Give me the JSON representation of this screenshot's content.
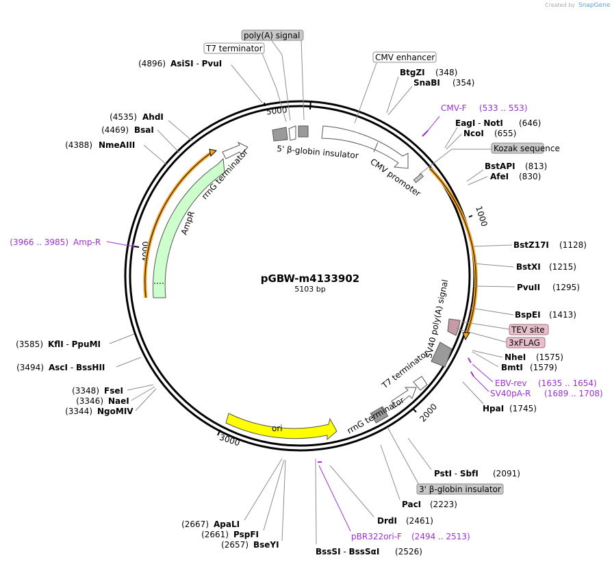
{
  "credit": {
    "text": "Created by",
    "brand": "SnapGene"
  },
  "title": "pGBW-m4133902",
  "length": "5103 bp",
  "ticks": [
    "1000",
    "2000",
    "3000",
    "4000",
    "5000"
  ],
  "enzymes": [
    {
      "name": "AsiSI",
      "name2": "PvuI",
      "pos": "(4896)"
    },
    {
      "name": "AhdI",
      "pos": "(4535)"
    },
    {
      "name": "BsaI",
      "pos": "(4469)"
    },
    {
      "name": "NmeAIII",
      "pos": "(4388)"
    },
    {
      "name": "BtgZI",
      "pos": "(348)"
    },
    {
      "name": "SnaBI",
      "pos": "(354)"
    },
    {
      "name": "EagI",
      "name2": "NotI",
      "pos": "(646)"
    },
    {
      "name": "NcoI",
      "pos": "(655)"
    },
    {
      "name": "BstAPI",
      "pos": "(813)"
    },
    {
      "name": "AfeI",
      "pos": "(830)"
    },
    {
      "name": "BstZ17I",
      "pos": "(1128)"
    },
    {
      "name": "BstXI",
      "pos": "(1215)"
    },
    {
      "name": "PvuII",
      "pos": "(1295)"
    },
    {
      "name": "BspEI",
      "pos": "(1413)"
    },
    {
      "name": "NheI",
      "pos": "(1575)"
    },
    {
      "name": "BmtI",
      "pos": "(1579)"
    },
    {
      "name": "HpaI",
      "pos": "(1745)"
    },
    {
      "name": "PstI",
      "name2": "SbfI",
      "pos": "(2091)"
    },
    {
      "name": "PacI",
      "pos": "(2223)"
    },
    {
      "name": "DrdI",
      "pos": "(2461)"
    },
    {
      "name": "BssSI",
      "name2": "BssSαI",
      "pos": "(2526)"
    },
    {
      "name": "ApaLI",
      "pos": "(2667)"
    },
    {
      "name": "PspFI",
      "pos": "(2661)"
    },
    {
      "name": "BseYI",
      "pos": "(2657)"
    },
    {
      "name": "FseI",
      "pos": "(3348)"
    },
    {
      "name": "NaeI",
      "pos": "(3346)"
    },
    {
      "name": "NgoMIV",
      "pos": "(3344)"
    },
    {
      "name": "AscI",
      "name2": "BssHII",
      "pos": "(3494)"
    },
    {
      "name": "KflI",
      "name2": "PpuMI",
      "pos": "(3585)"
    }
  ],
  "primers": [
    {
      "name": "CMV-F",
      "range": "(533 .. 553)"
    },
    {
      "name": "EBV-rev",
      "range": "(1635 .. 1654)"
    },
    {
      "name": "SV40pA-R",
      "range": "(1689 .. 1708)"
    },
    {
      "name": "pBR322ori-F",
      "range": "(2494 .. 2513)"
    },
    {
      "name": "Amp-R",
      "range": "(3966 .. 3985)"
    }
  ],
  "boxed_labels": {
    "polyA": "poly(A) signal",
    "t7term": "T7 terminator",
    "cmvenh": "CMV enhancer",
    "kozak": "Kozak sequence",
    "tev": "TEV site",
    "flag": "3xFLAG",
    "globin3": "3' β-globin insulator"
  },
  "feature_labels": {
    "globin5": "5' β-globin insulator",
    "cmvprom": "CMV promoter",
    "rrng_top": "rrnG terminator",
    "ampr": "AmpR",
    "sv40": "SV40 poly(A) signal",
    "t7_inner": "T7 terminator",
    "rrng_bottom": "rrnG terminator",
    "ori": "ori"
  },
  "colors": {
    "primer": "#9b30d0",
    "ampr_fill": "#ccffcc",
    "ori_fill": "#ffff00",
    "orf_outline": "#f5a623"
  }
}
